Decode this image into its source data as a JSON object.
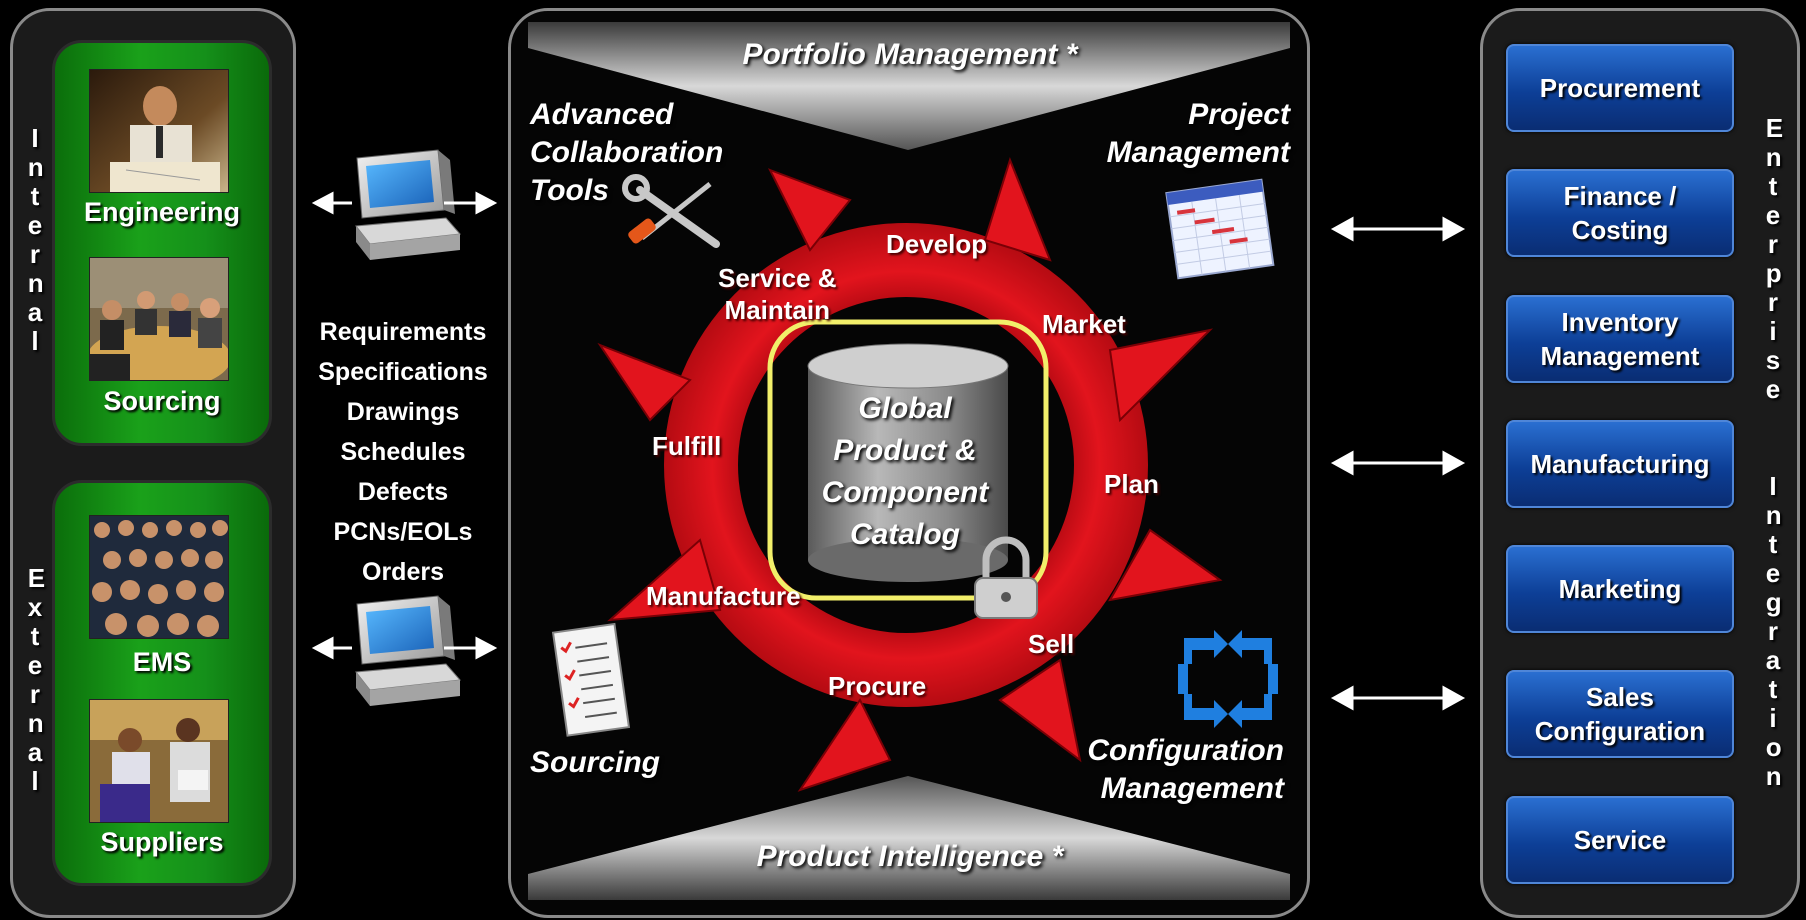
{
  "left": {
    "internal_vertical": "Internal",
    "external_vertical": "External",
    "internal_items": [
      {
        "label": "Engineering",
        "image": "engineer-photo"
      },
      {
        "label": "Sourcing",
        "image": "meeting-photo"
      }
    ],
    "external_items": [
      {
        "label": "EMS",
        "image": "crowd-photo"
      },
      {
        "label": "Suppliers",
        "image": "workers-photo"
      }
    ]
  },
  "data_flows": [
    "Requirements",
    "Specifications",
    "Drawings",
    "Schedules",
    "Defects",
    "PCNs/EOLs",
    "Orders"
  ],
  "center": {
    "top_banner": "Portfolio Management *",
    "bottom_banner": "Product Intelligence *",
    "collaboration_tools": "Advanced Collaboration Tools",
    "collaboration_lines": [
      "Advanced",
      "Collaboration",
      "Tools"
    ],
    "project_mgmt_lines": [
      "Project",
      "Management"
    ],
    "sourcing": "Sourcing",
    "config_mgmt_lines": [
      "Configuration",
      "Management"
    ],
    "catalog_lines": [
      "Global",
      "Product &",
      "Component",
      "Catalog"
    ],
    "cycle": {
      "develop": "Develop",
      "market": "Market",
      "plan": "Plan",
      "sell": "Sell",
      "procure": "Procure",
      "manufacture": "Manufacture",
      "fulfill": "Fulfill",
      "service_lines": [
        "Service &",
        "Maintain"
      ]
    }
  },
  "right": {
    "enterprise_vertical": "Enterprise",
    "integration_vertical": "Integration",
    "modules": [
      [
        "Procurement"
      ],
      [
        "Finance /",
        "Costing"
      ],
      [
        "Inventory",
        "Management"
      ],
      [
        "Manufacturing"
      ],
      [
        "Marketing"
      ],
      [
        "Sales",
        "Configuration"
      ],
      [
        "Service"
      ]
    ]
  },
  "colors": {
    "cycle_red": "#e0131c",
    "panel_green": "#1aa11a",
    "button_blue": "#0d3f97",
    "catalog_outline": "#f2ef6a"
  }
}
